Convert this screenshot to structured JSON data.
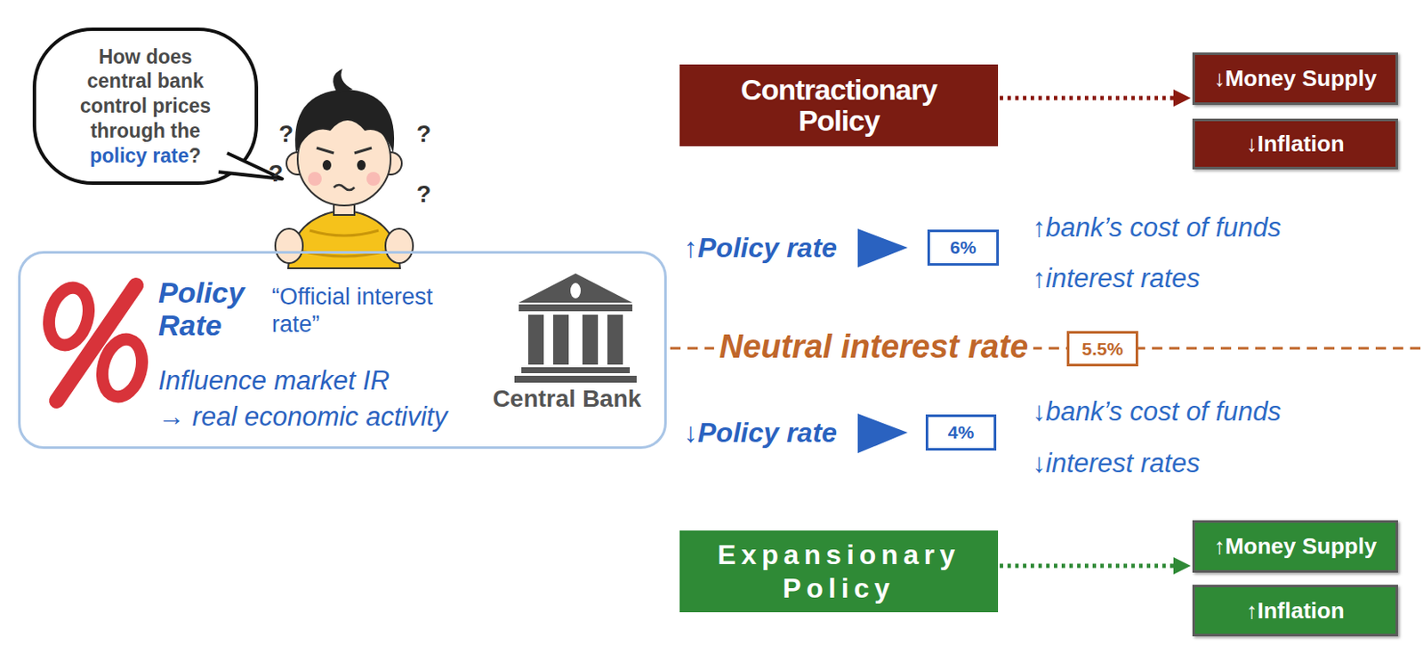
{
  "diagram": {
    "nodes": [
      {
        "text": [
          "How does central bank control prices through the",
          "policy rate",
          "?"
        ]
      },
      {
        "text": [
          "Policy Rate",
          "“Official interest rate”",
          "Influence market IR",
          "→ real economic activity",
          "Central Bank"
        ]
      },
      {
        "text": [
          "Contractionary Policy"
        ]
      },
      {
        "text": [
          "↓Money Supply"
        ]
      },
      {
        "text": [
          "↓Inflation"
        ]
      },
      {
        "text": [
          "6%"
        ]
      },
      {
        "text": [
          "5.5%"
        ]
      },
      {
        "text": [
          "4%"
        ]
      },
      {
        "text": [
          "Expansionary Policy"
        ]
      },
      {
        "text": [
          "↑Money Supply"
        ]
      },
      {
        "text": [
          "↑Inflation"
        ]
      }
    ],
    "edges": [
      {
        "from": 2,
        "to": 3,
        "arrow": "to"
      },
      {
        "from": 8,
        "to": 9,
        "arrow": "to"
      }
    ],
    "labels": [
      "?",
      "?",
      "?",
      "?",
      "↑Policy rate",
      "↑bank’s cost of funds",
      "↑interest rates",
      "Neutral interest rate",
      "↓Policy rate",
      "↓bank’s cost of funds",
      "↓interest rates"
    ]
  }
}
